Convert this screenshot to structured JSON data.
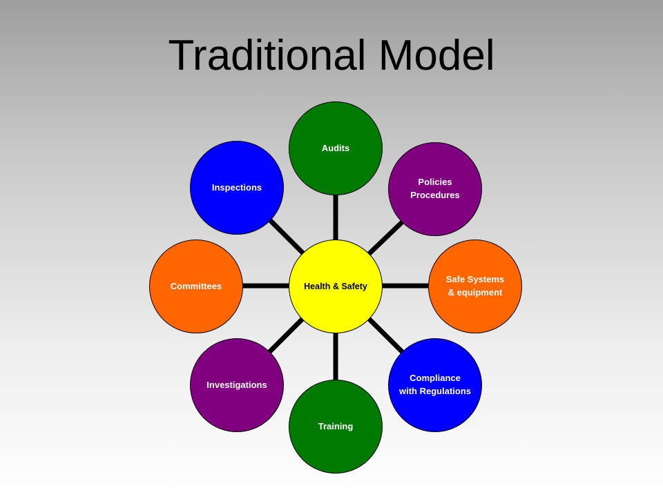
{
  "slide": {
    "title": "Traditional Model"
  },
  "diagram": {
    "hub": {
      "label": "Health & Safety",
      "color": "#ffff00"
    },
    "nodes": [
      {
        "id": "audits",
        "label": "Audits",
        "color": "#007a00"
      },
      {
        "id": "policies",
        "label": "Policies\nProcedures",
        "color": "#800080"
      },
      {
        "id": "safe-systems",
        "label": "Safe Systems\n& equipment",
        "color": "#ff6600"
      },
      {
        "id": "compliance",
        "label": "Compliance\nwith Regulations",
        "color": "#0000ff"
      },
      {
        "id": "training",
        "label": "Training",
        "color": "#007a00"
      },
      {
        "id": "investigations",
        "label": "Investigations",
        "color": "#800080"
      },
      {
        "id": "committees",
        "label": "Committees",
        "color": "#ff6600"
      },
      {
        "id": "inspections",
        "label": "Inspections",
        "color": "#0000ff"
      }
    ],
    "connector_color": "#000000"
  }
}
